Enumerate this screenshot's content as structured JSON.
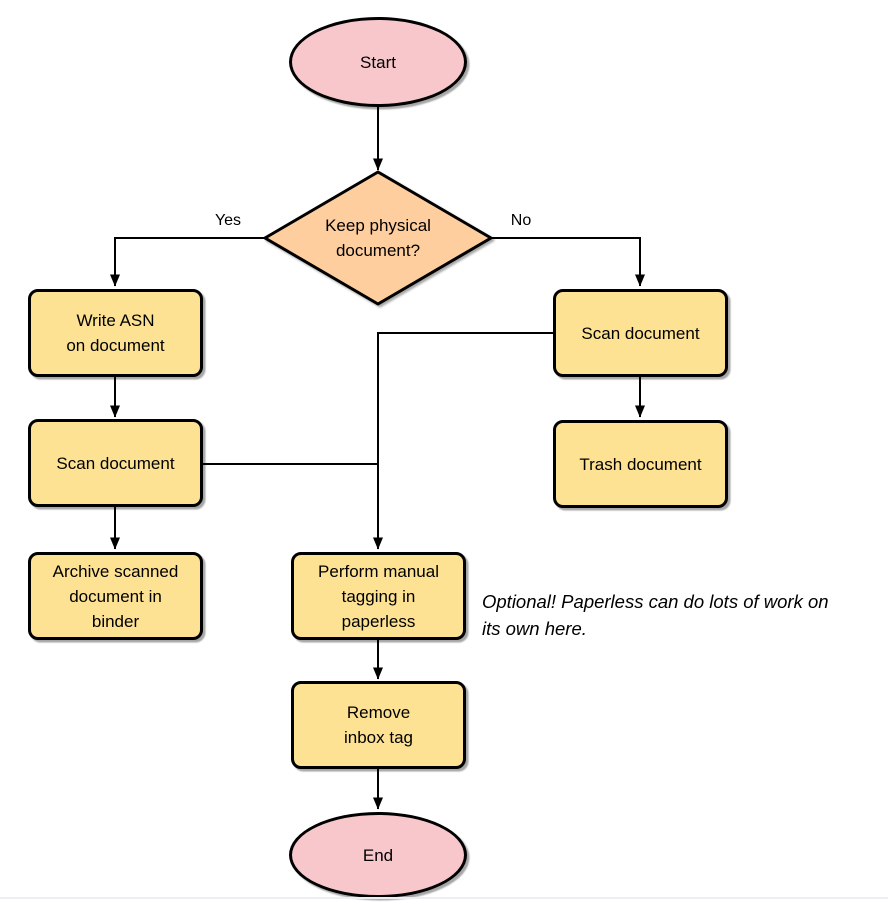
{
  "diagram": {
    "nodes": {
      "start": "Start",
      "decision": "Keep physical\ndocument?",
      "write_asn": "Write ASN\non document",
      "scan_yes": "Scan document",
      "archive": "Archive scanned\ndocument in\nbinder",
      "scan_no": "Scan document",
      "trash": "Trash document",
      "tagging": "Perform manual\ntagging in\npaperless",
      "remove_inbox": "Remove\ninbox tag",
      "end": "End"
    },
    "edge_labels": {
      "yes": "Yes",
      "no": "No"
    },
    "annotation": "Optional! Paperless can do lots of work on\nits own here.",
    "colors": {
      "terminator_fill": "#f7c7cc",
      "decision_fill": "#ffce9e",
      "process_fill": "#fde294",
      "stroke": "#000000"
    }
  }
}
